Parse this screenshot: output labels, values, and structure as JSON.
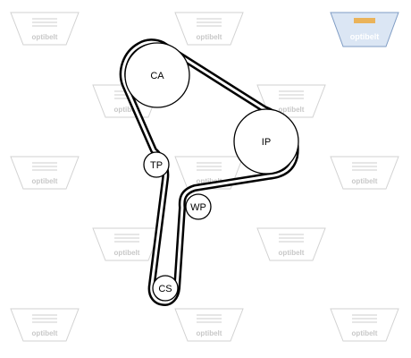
{
  "brand": {
    "logo_text": "optibelt",
    "watermark_text": "optibelt",
    "colors": {
      "logo_fill": "#dbe6f4",
      "logo_border": "#7f9cc4",
      "logo_box": "#eab35a",
      "logo_text": "#ffffff",
      "belt": "#000000",
      "watermark": "#d2d2d2"
    }
  },
  "pulleys": [
    {
      "id": "ca",
      "label": "CA"
    },
    {
      "id": "ip",
      "label": "IP"
    },
    {
      "id": "tp",
      "label": "TP"
    },
    {
      "id": "wp",
      "label": "WP"
    },
    {
      "id": "cs",
      "label": "CS"
    }
  ]
}
